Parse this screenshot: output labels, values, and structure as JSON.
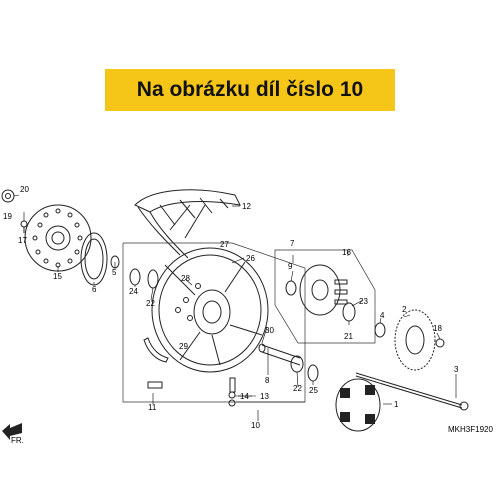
{
  "banner": {
    "text": "Na obrázku díl číslo 10"
  },
  "diagram_code": "MKH3F1920",
  "direction_label": "FR.",
  "parts": {
    "p1": "1",
    "p2": "2",
    "p3": "3",
    "p4": "4",
    "p5": "5",
    "p6": "6",
    "p7": "7",
    "p8": "8",
    "p9": "9",
    "p10": "10",
    "p11": "11",
    "p12": "12",
    "p13": "13",
    "p14": "14",
    "p15": "15",
    "p16": "16",
    "p17": "17",
    "p18": "18",
    "p19": "19",
    "p20": "20",
    "p21": "21",
    "p22a": "22",
    "p22b": "22",
    "p23": "23",
    "p24": "24",
    "p25": "25",
    "p26": "26",
    "p27": "27",
    "p28": "28",
    "p29": "29",
    "p30": "30"
  }
}
